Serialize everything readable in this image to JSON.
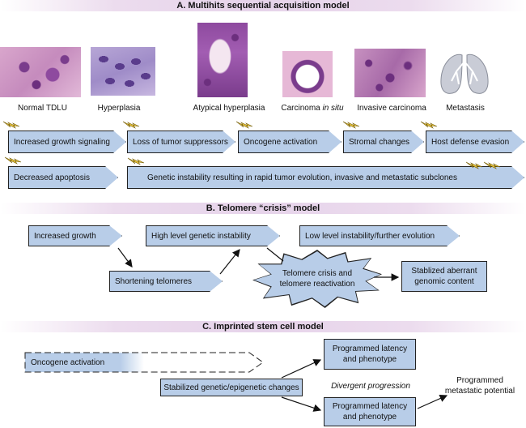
{
  "sectionA": {
    "title": "A. Multihits sequential acquisition model",
    "stages": [
      "Normal TDLU",
      "Hyperplasia",
      "Atypical hyperplasia",
      "Carcinoma ",
      "Invasive carcinoma",
      "Metastasis"
    ],
    "stage_italic": "in situ",
    "row1": [
      "Increased growth signaling",
      "Loss of tumor suppressors",
      "Oncogene activation",
      "Stromal changes",
      "Host defense evasion"
    ],
    "row2": [
      "Decreased apoptosis",
      "Genetic instability resulting in rapid tumor evolution, invasive and metastatic subclones"
    ]
  },
  "sectionB": {
    "title": "B. Telomere “crisis” model",
    "increased_growth": "Increased growth",
    "shortening": "Shortening telomeres",
    "high_level": "High level genetic instability",
    "low_level": "Low level instability/further evolution",
    "crisis_line1": "Telomere crisis and",
    "crisis_line2": "telomere reactivation",
    "stabilized_line1": "Stablized aberrant",
    "stabilized_line2": "genomic content"
  },
  "sectionC": {
    "title": "C. Imprinted stem cell model",
    "oncogene": "Oncogene activation",
    "stabilized": "Stabilized genetic/epigenetic changes",
    "prog_top_line1": "Programmed latency",
    "prog_top_line2": "and phenotype",
    "divergent": "Divergent progression",
    "prog_bottom_line1": "Programmed latency",
    "prog_bottom_line2": "and phenotype",
    "metastatic_line1": "Programmed",
    "metastatic_line2": "metastatic potential"
  },
  "colors": {
    "box_fill": "#b8cde8",
    "band": "#e6d3ea",
    "tissue_purple": "#7a3c8c",
    "tissue_pink": "#e6b8d6"
  }
}
